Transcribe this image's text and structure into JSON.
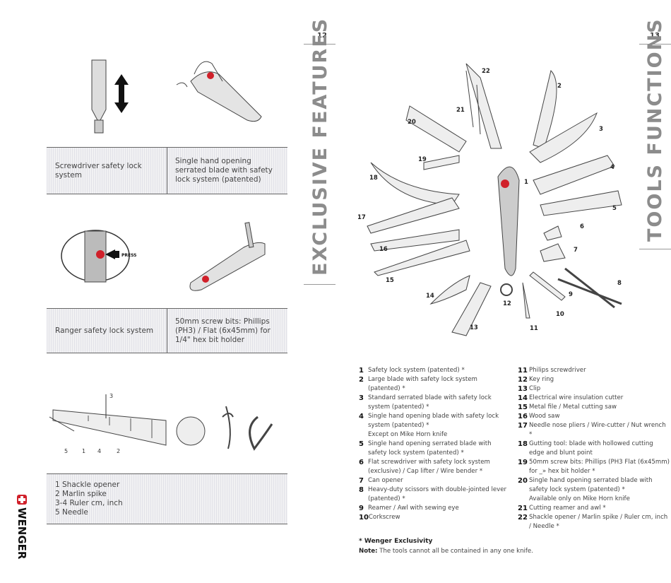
{
  "left_page": {
    "page_number": "12",
    "side_heading": "EXCLUSIVE FEATURES",
    "panels": [
      {
        "left": "Screwdriver safety lock system",
        "right": "Single hand opening serrated blade with safety lock system (patented)"
      },
      {
        "left": "Ranger safety lock system",
        "right": "50mm screw bits: Phillips (PH3) / Flat (6x45mm) for 1/4\" hex bit holder"
      },
      {
        "lines": [
          "1 Shackle opener",
          "2 Marlin spike",
          "3-4 Ruler cm, inch",
          "5 Needle"
        ]
      }
    ],
    "press_label": "PRESS",
    "ruler_labels": [
      "3",
      "5",
      "1",
      "4",
      "2"
    ],
    "brand": "WENGER"
  },
  "right_page": {
    "page_number": "13",
    "side_heading": "TOOLS FUNCTIONS",
    "callouts": [
      "1",
      "2",
      "3",
      "4",
      "5",
      "6",
      "7",
      "8",
      "9",
      "10",
      "11",
      "12",
      "13",
      "14",
      "15",
      "16",
      "17",
      "18",
      "19",
      "20",
      "21",
      "22"
    ],
    "list_left": [
      {
        "n": "1",
        "t": "Safety lock system (patented) *"
      },
      {
        "n": "2",
        "t": "Large blade with safety lock system (patented) *"
      },
      {
        "n": "3",
        "t": "Standard serrated blade with safety lock system (patented) *"
      },
      {
        "n": "4",
        "t": "Single hand opening blade with safety lock system (patented) *",
        "extra": "Except on Mike Horn knife"
      },
      {
        "n": "5",
        "t": "Single hand opening serrated blade with safety lock system (patented) *"
      },
      {
        "n": "6",
        "t": "Flat screwdriver with safety lock system (exclusive) / Cap lifter / Wire bender *"
      },
      {
        "n": "7",
        "t": "Can opener"
      },
      {
        "n": "8",
        "t": "Heavy-duty scissors with double-jointed lever (patented) *"
      },
      {
        "n": "9",
        "t": "Reamer / Awl with sewing eye"
      },
      {
        "n": "10",
        "t": "Corkscrew"
      }
    ],
    "list_right": [
      {
        "n": "11",
        "t": "Philips screwdriver"
      },
      {
        "n": "12",
        "t": "Key ring"
      },
      {
        "n": "13",
        "t": "Clip"
      },
      {
        "n": "14",
        "t": "Electrical wire insulation cutter"
      },
      {
        "n": "15",
        "t": "Metal file / Metal cutting saw"
      },
      {
        "n": "16",
        "t": "Wood saw"
      },
      {
        "n": "17",
        "t": "Needle nose pliers / Wire-cutter / Nut wrench *"
      },
      {
        "n": "18",
        "t": "Gutting tool: blade with hollowed cutting edge and blunt point"
      },
      {
        "n": "19",
        "t": "50mm screw bits: Phillips (PH3 Flat (6x45mm) for _» hex bit holder *"
      },
      {
        "n": "20",
        "t": "Single hand opening serrated blade with safety lock system (patented) *",
        "extra": "Available only on Mike Horn knife"
      },
      {
        "n": "21",
        "t": "Cutting reamer and awl *"
      },
      {
        "n": "22",
        "t": "Shackle opener / Marlin spike / Ruler cm, inch / Needle *"
      }
    ],
    "footnote_title": "* Wenger Exclusivity",
    "note_label": "Note:",
    "note_text": "The tools cannot all be contained in any one knife."
  },
  "colors": {
    "brand_red": "#d0202a",
    "heading_gray": "#8c8c8c"
  }
}
